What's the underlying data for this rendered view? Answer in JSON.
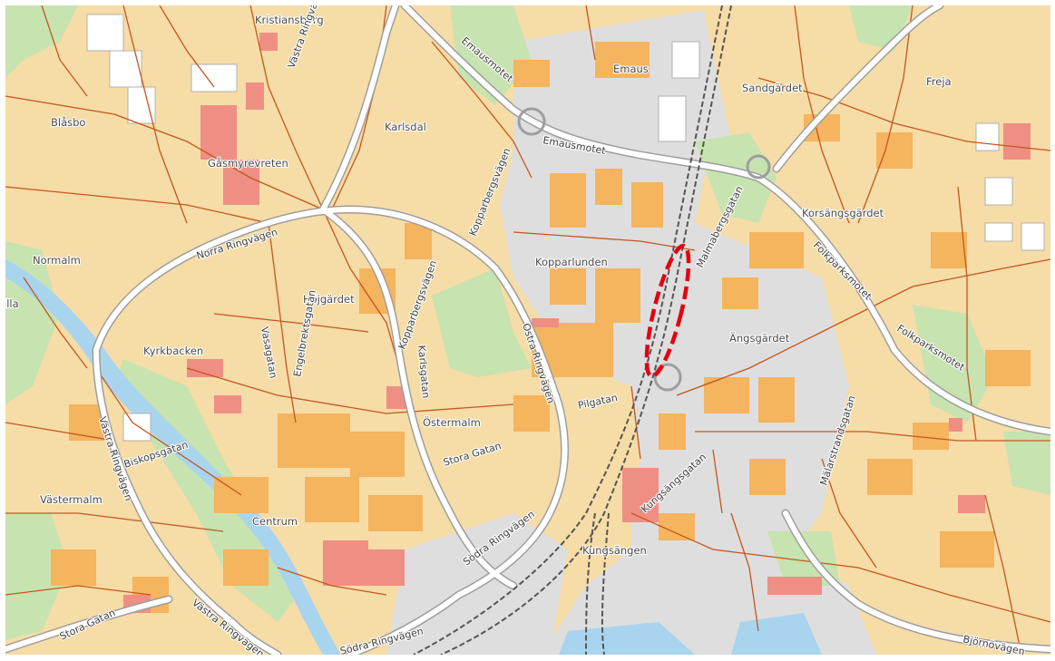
{
  "map": {
    "colors": {
      "residential": "#f6dca6",
      "building": "#f5b45e",
      "public_building": "#ef8f84",
      "industrial": "#dedede",
      "park": "#c7e3b0",
      "water": "#a9d4ee",
      "major_road": "#ffffff",
      "road_casing": "#9e9e9e",
      "street": "#c4571f",
      "rail": "#555555",
      "highlight": "#e3000f"
    },
    "districts": [
      "Kristiansborg",
      "Blåsbo",
      "Gåsmyrevreten",
      "Karlsdal",
      "Emaus",
      "Sandgärdet",
      "Freja",
      "Kopparlunden",
      "Korsängsgärdet",
      "Normalm",
      "Höjgärdet",
      "Ängsgärdet",
      "Kyrkbacken",
      "Östermalm",
      "Västermalm",
      "Centrum",
      "Kungsängen"
    ],
    "roads": [
      "Emausmotet",
      "Emausmotet",
      "Norra Ringvägen",
      "Kopparbergsvägen",
      "Kopparbergsvägen",
      "Malmabergsgatan",
      "Folkparksmotet",
      "Folkparksmotet",
      "Engelbrektsgatan",
      "Vasagatan",
      "Karlsgatan",
      "Ostra Ringvägen",
      "Pilgatan",
      "Stora Gatan",
      "Biskopsgatan",
      "Västra Ringvägen",
      "Kungsängsgatan",
      "Mälarstrandsgatan",
      "Södra Ringvägen",
      "Södra Ringvägen",
      "Västra Ringvägen",
      "Stora Gatan",
      "Björnövägen",
      "Västra Ringvägen"
    ],
    "edge_fragment": "illa"
  }
}
